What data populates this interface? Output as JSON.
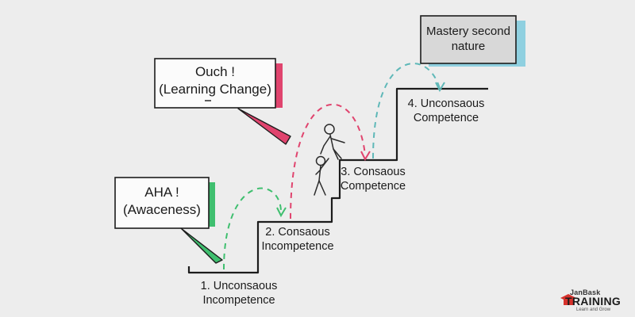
{
  "callouts": {
    "aha": {
      "line1": "AHA !",
      "line2": "(Awaceness)"
    },
    "ouch": {
      "line1": "Ouch !",
      "line2": "(Learning Change)"
    },
    "mastery": {
      "line1": "Mastery second",
      "line2": "nature"
    }
  },
  "stages": [
    {
      "line1": "1. Unconsaous",
      "line2": "Incompetence"
    },
    {
      "line1": "2. Consaous",
      "line2": "Incompetence"
    },
    {
      "line1": "3. Consaous",
      "line2": "Competence"
    },
    {
      "line1": "4. Unconsaous",
      "line2": "Competence"
    }
  ],
  "logo": {
    "top": "JanBask",
    "main": "TRAINING",
    "sub": "Learn and Grow"
  },
  "colors": {
    "green": "#3fbf6f",
    "pink": "#e0446e",
    "teal": "#5fb8b8",
    "blue": "#8fd0e0",
    "ink": "#1b1b1b",
    "logo_red": "#d6322c"
  }
}
